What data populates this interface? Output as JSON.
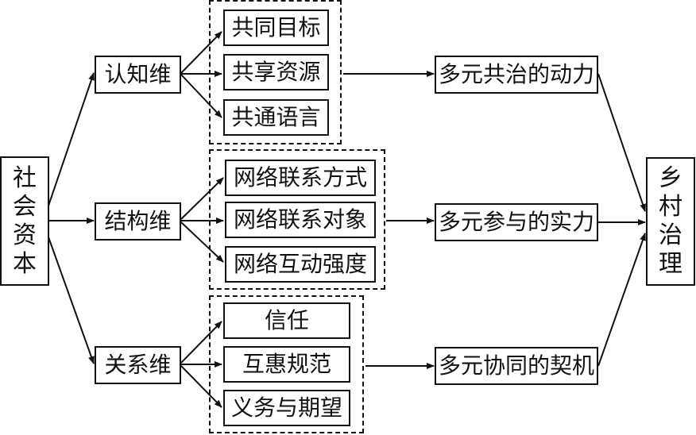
{
  "source": "社会资本",
  "target": "乡村治理",
  "dimensions": [
    {
      "label": "认知维",
      "elements": [
        "共同目标",
        "共享资源",
        "共通语言"
      ],
      "outcome": "多元共治的动力"
    },
    {
      "label": "结构维",
      "elements": [
        "网络联系方式",
        "网络联系对象",
        "网络互动强度"
      ],
      "outcome": "多元参与的实力"
    },
    {
      "label": "关系维",
      "elements": [
        "信任",
        "互惠规范",
        "义务与期望"
      ],
      "outcome": "多元协同的契机"
    }
  ]
}
